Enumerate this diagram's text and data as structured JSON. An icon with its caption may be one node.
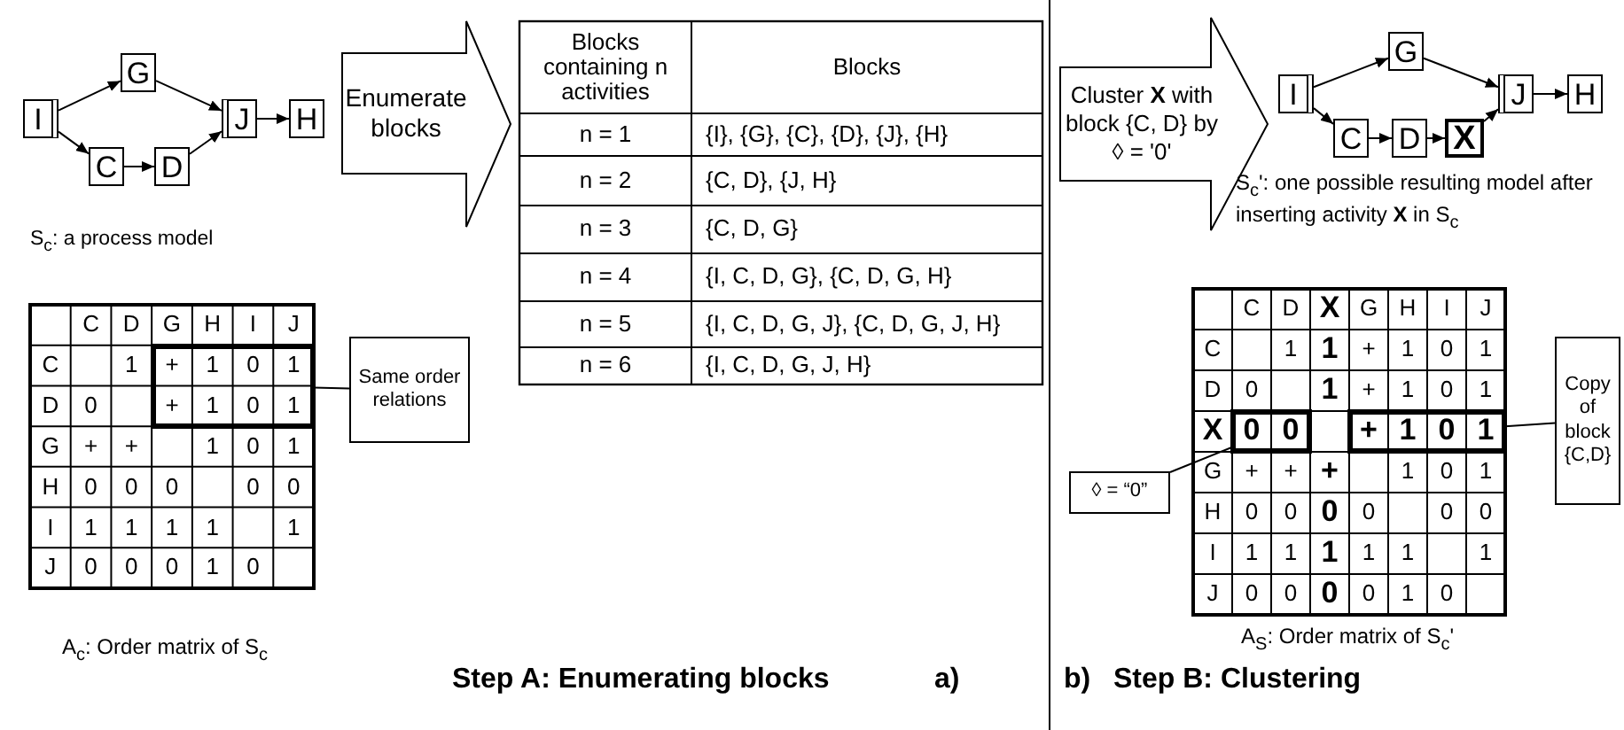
{
  "diagram": {
    "nodes": [
      {
        "text": [
          "I"
        ]
      },
      {
        "text": [
          "G"
        ]
      },
      {
        "text": [
          "C"
        ]
      },
      {
        "text": [
          "D"
        ]
      },
      {
        "text": [
          "J"
        ]
      },
      {
        "text": [
          "H"
        ]
      },
      {
        "text": [
          "Enumerate blocks"
        ]
      },
      {
        "text": [
          "Same order relations"
        ]
      },
      {
        "text": [
          "Cluster **X** with block {C, D} by ◊ = '0'"
        ]
      },
      {
        "text": [
          "I"
        ]
      },
      {
        "text": [
          "G"
        ]
      },
      {
        "text": [
          "C"
        ]
      },
      {
        "text": [
          "D"
        ]
      },
      {
        "text": [
          "X"
        ]
      },
      {
        "text": [
          "J"
        ]
      },
      {
        "text": [
          "H"
        ]
      },
      {
        "text": [
          "Copy of block {C,D}"
        ]
      },
      {
        "text": [
          "◊ = “0”"
        ]
      },
      {
        "text": [],
        "shape": "box"
      },
      {
        "text": [],
        "shape": "box"
      },
      {
        "text": [],
        "shape": "box"
      }
    ],
    "edges": [
      {
        "from": 0,
        "to": 1,
        "arrow": "to"
      },
      {
        "from": 0,
        "to": 2,
        "arrow": "to"
      },
      {
        "from": 2,
        "to": 3,
        "arrow": "to"
      },
      {
        "from": 1,
        "to": 4,
        "arrow": "to"
      },
      {
        "from": 3,
        "to": 4,
        "arrow": "to"
      },
      {
        "from": 4,
        "to": 5,
        "arrow": "to"
      },
      {
        "from": 7,
        "to": 18,
        "arrow": "none"
      },
      {
        "from": 9,
        "to": 10,
        "arrow": "to"
      },
      {
        "from": 9,
        "to": 11,
        "arrow": "to"
      },
      {
        "from": 11,
        "to": 12,
        "arrow": "to"
      },
      {
        "from": 12,
        "to": 13,
        "arrow": "to"
      },
      {
        "from": 10,
        "to": 14,
        "arrow": "to"
      },
      {
        "from": 13,
        "to": 14,
        "arrow": "to"
      },
      {
        "from": 14,
        "to": 15,
        "arrow": "to"
      },
      {
        "from": 16,
        "to": 20,
        "arrow": "none"
      },
      {
        "from": 17,
        "to": 19,
        "arrow": "none"
      }
    ],
    "labels": [
      "S$_{c}$: a process model",
      "Blocks containing n activities",
      "Blocks",
      "n = 1",
      "{I}, {G}, {C}, {D}, {J}, {H}",
      "n = 2",
      "{C, D}, {J, H}",
      "n = 3",
      "{C, D, G}",
      "n = 4",
      "{I, C, D, G},  {C, D, G, H}",
      "n = 5",
      "{I, C, D, G, J},  {C, D, G, J, H}",
      "n = 6",
      "{I, C, D, G, J, H}",
      "C",
      "D",
      "G",
      "H",
      "I",
      "J",
      "C",
      "1",
      "+",
      "1",
      "0",
      "1",
      "D",
      "0",
      "+",
      "1",
      "0",
      "1",
      "G",
      "+",
      "+",
      "1",
      "0",
      "1",
      "H",
      "0",
      "0",
      "0",
      "0",
      "0",
      "I",
      "1",
      "1",
      "1",
      "1",
      "1",
      "J",
      "0",
      "0",
      "0",
      "1",
      "0",
      "A$_{c}$: Order matrix of S$_{c}$",
      "S$_{c}$': one possible resulting model after inserting activity **X** in S$_{c}$",
      "C",
      "D",
      "X",
      "G",
      "H",
      "I",
      "J",
      "C",
      "1",
      "1",
      "+",
      "1",
      "0",
      "1",
      "D",
      "0",
      "1",
      "+",
      "1",
      "0",
      "1",
      "X",
      "0",
      "0",
      "+",
      "1",
      "0",
      "1",
      "G",
      "+",
      "+",
      "+",
      "1",
      "0",
      "1",
      "H",
      "0",
      "0",
      "0",
      "0",
      "0",
      "0",
      "I",
      "1",
      "1",
      "1",
      "1",
      "1",
      "1",
      "J",
      "0",
      "0",
      "0",
      "0",
      "1",
      "0",
      "A$_{S}$: Order matrix of S$_{c}$'",
      "Step A: Enumerating blocks",
      "a)",
      "b)",
      "Step B: Clustering"
    ]
  }
}
